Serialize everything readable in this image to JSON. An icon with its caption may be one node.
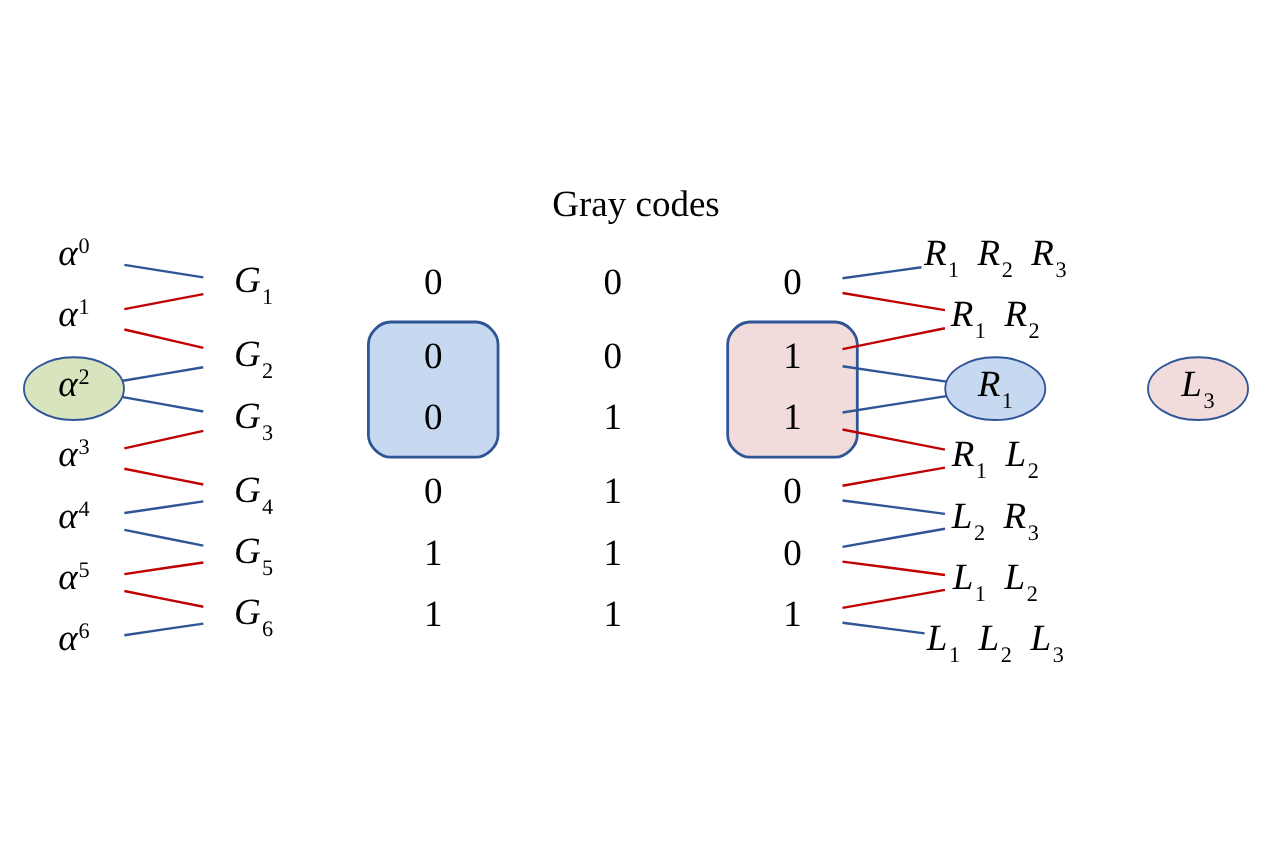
{
  "diagram": {
    "title": "Gray codes",
    "nodes": [
      {
        "text": [
          "α$^{0}$"
        ]
      },
      {
        "text": [
          "α$^{1}$"
        ]
      },
      {
        "text": [
          "α$^{2}$"
        ]
      },
      {
        "text": [
          "α$^{3}$"
        ]
      },
      {
        "text": [
          "α$^{4}$"
        ]
      },
      {
        "text": [
          "α$^{5}$"
        ]
      },
      {
        "text": [
          "α$^{6}$"
        ]
      },
      {
        "text": [
          "G$_{1}$"
        ]
      },
      {
        "text": [
          "G$_{2}$"
        ]
      },
      {
        "text": [
          "G$_{3}$"
        ]
      },
      {
        "text": [
          "G$_{4}$"
        ]
      },
      {
        "text": [
          "G$_{5}$"
        ]
      },
      {
        "text": [
          "G$_{6}$"
        ]
      },
      {
        "text": [],
        "shape": "ellipse"
      },
      {
        "text": [
          "0"
        ],
        "in": 13
      },
      {
        "text": [
          "0"
        ],
        "in": 13
      },
      {
        "text": [],
        "shape": "ellipse"
      },
      {
        "text": [
          "1"
        ],
        "in": 16
      },
      {
        "text": [
          "1"
        ],
        "in": 16
      },
      {
        "text": [
          "0"
        ]
      },
      {
        "text": [
          "0"
        ]
      },
      {
        "text": [
          "0"
        ]
      },
      {
        "text": [
          "1"
        ]
      },
      {
        "text": [
          "R$_{1}$ R$_{2}$ R$_{3}$"
        ]
      },
      {
        "text": [
          "R$_{1}$ R$_{2}$"
        ]
      },
      {
        "text": [
          "R$_{1}$"
        ]
      },
      {
        "text": [
          "L$_{3}$"
        ]
      },
      {
        "text": [
          "R$_{1}$ L$_{2}$"
        ]
      },
      {
        "text": [
          "L$_{2}$ R$_{3}$"
        ]
      },
      {
        "text": [
          "L$_{1}$ L$_{2}$"
        ]
      },
      {
        "text": [
          "L$_{1}$ L$_{2}$ L$_{3}$"
        ]
      }
    ],
    "edges": [
      {
        "from": 0,
        "to": 7,
        "arrow": "none",
        "color": "#2f5597"
      },
      {
        "from": 1,
        "to": 7,
        "arrow": "none",
        "color": "#c00000"
      },
      {
        "from": 1,
        "to": 8,
        "arrow": "none",
        "color": "#c00000"
      },
      {
        "from": 2,
        "to": 8,
        "arrow": "none",
        "color": "#2f5597"
      },
      {
        "from": 2,
        "to": 9,
        "arrow": "none",
        "color": "#2f5597"
      },
      {
        "from": 3,
        "to": 9,
        "arrow": "none",
        "color": "#c00000"
      },
      {
        "from": 3,
        "to": 10,
        "arrow": "none",
        "color": "#c00000"
      },
      {
        "from": 4,
        "to": 10,
        "arrow": "none",
        "color": "#2f5597"
      },
      {
        "from": 4,
        "to": 11,
        "arrow": "none",
        "color": "#2f5597"
      },
      {
        "from": 5,
        "to": 11,
        "arrow": "none",
        "color": "#c00000"
      },
      {
        "from": 5,
        "to": 12,
        "arrow": "none",
        "color": "#c00000"
      },
      {
        "from": 6,
        "to": 12,
        "arrow": "none",
        "color": "#2f5597"
      },
      {
        "from": 19,
        "to": 23,
        "arrow": "none",
        "color": "#2f5597"
      },
      {
        "from": 19,
        "to": 24,
        "arrow": "none",
        "color": "#c00000"
      },
      {
        "from": 17,
        "to": 24,
        "arrow": "none",
        "color": "#c00000"
      },
      {
        "from": 17,
        "to": 25,
        "arrow": "none",
        "color": "#2f5597"
      },
      {
        "from": 18,
        "to": 25,
        "arrow": "none",
        "color": "#2f5597"
      },
      {
        "from": 18,
        "to": 27,
        "arrow": "none",
        "color": "#c00000"
      },
      {
        "from": 20,
        "to": 27,
        "arrow": "none",
        "color": "#c00000"
      },
      {
        "from": 20,
        "to": 28,
        "arrow": "none",
        "color": "#2f5597"
      },
      {
        "from": 21,
        "to": 28,
        "arrow": "none",
        "color": "#2f5597"
      },
      {
        "from": 21,
        "to": 29,
        "arrow": "none",
        "color": "#c00000"
      },
      {
        "from": 22,
        "to": 29,
        "arrow": "none",
        "color": "#c00000"
      },
      {
        "from": 22,
        "to": 30,
        "arrow": "none",
        "color": "#2f5597"
      }
    ],
    "labels": [
      "0",
      "0",
      "0",
      "1",
      "0",
      "1",
      "1",
      "1",
      "1",
      "1"
    ]
  }
}
